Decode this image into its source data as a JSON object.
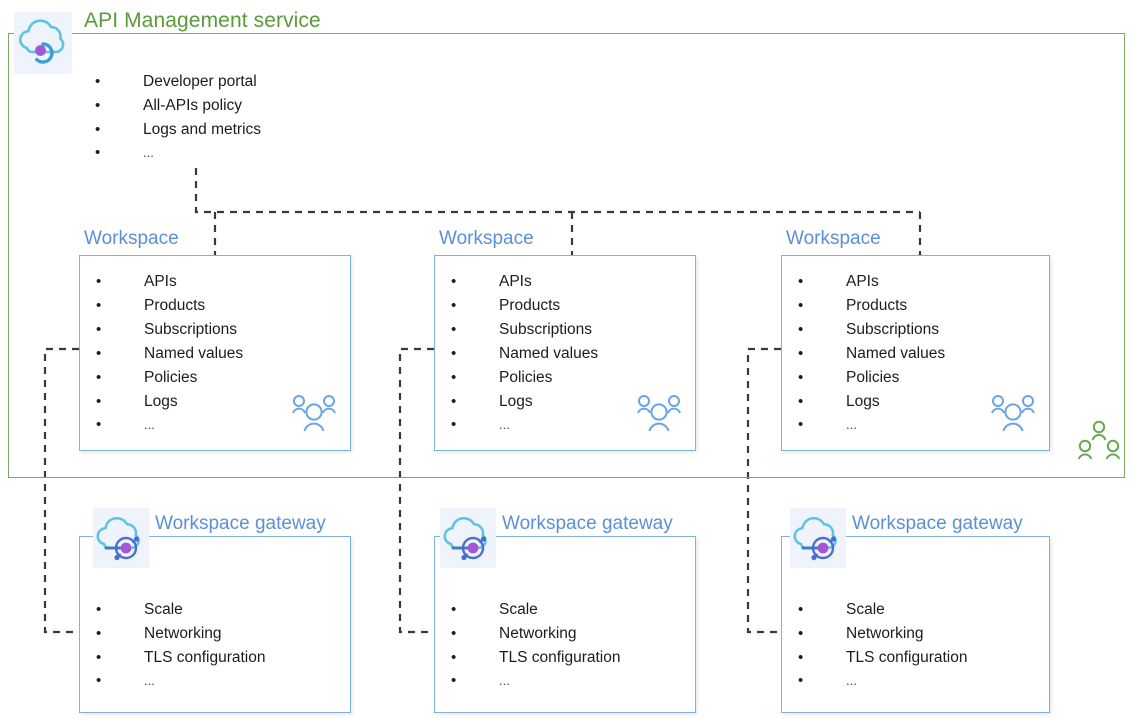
{
  "service": {
    "title": "API Management service",
    "icon": "api-management-cloud-icon",
    "title_color": "#5b9a3b",
    "border_color": "#7aab5e",
    "items": [
      "Developer portal",
      "All-APIs policy",
      "Logs and metrics",
      "..."
    ],
    "people_icon": "people-group-icon"
  },
  "workspaces": [
    {
      "title": "Workspace",
      "items": [
        "APIs",
        "Products",
        "Subscriptions",
        "Named values",
        "Policies",
        "Logs",
        "..."
      ],
      "people_icon": "people-group-icon"
    },
    {
      "title": "Workspace",
      "items": [
        "APIs",
        "Products",
        "Subscriptions",
        "Named values",
        "Policies",
        "Logs",
        "..."
      ],
      "people_icon": "people-group-icon"
    },
    {
      "title": "Workspace",
      "items": [
        "APIs",
        "Products",
        "Subscriptions",
        "Named values",
        "Policies",
        "Logs",
        "..."
      ],
      "people_icon": "people-group-icon"
    }
  ],
  "gateways": [
    {
      "title": "Workspace gateway",
      "icon": "workspace-gateway-cloud-icon",
      "items": [
        "Scale",
        "Networking",
        "TLS configuration",
        "..."
      ]
    },
    {
      "title": "Workspace gateway",
      "icon": "workspace-gateway-cloud-icon",
      "items": [
        "Scale",
        "Networking",
        "TLS configuration",
        "..."
      ]
    },
    {
      "title": "Workspace gateway",
      "icon": "workspace-gateway-cloud-icon",
      "items": [
        "Scale",
        "Networking",
        "TLS configuration",
        "..."
      ]
    }
  ],
  "colors": {
    "accent_blue": "#5b8fd6",
    "box_border_blue": "#7faee8",
    "accent_green": "#5b9a3b",
    "container_green": "#7aab5e",
    "connector_gray": "#3a3a3a",
    "text": "#1c1c1c",
    "icon_tile_bg": "#eff3fb",
    "icon_purple": "#9b4fd0",
    "icon_cloud": "#59c6e0"
  }
}
